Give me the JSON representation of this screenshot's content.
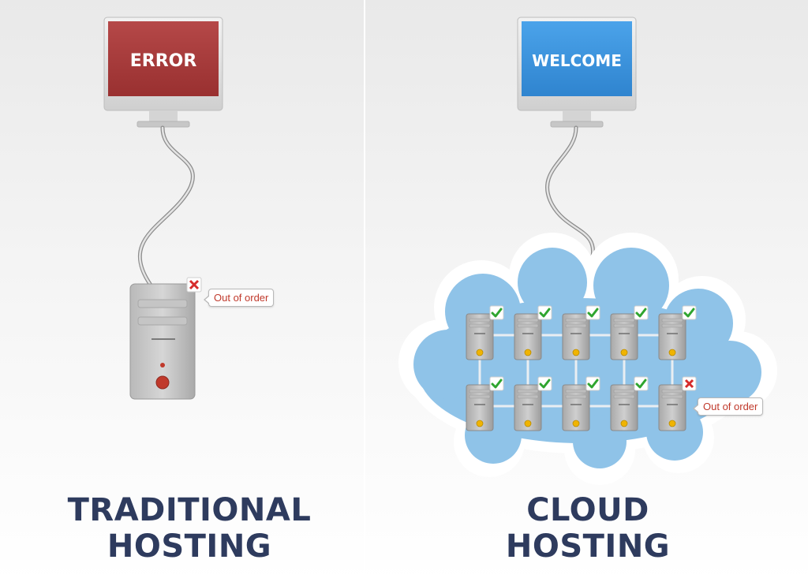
{
  "traditional": {
    "screen_text": "ERROR",
    "status_label": "Out of order",
    "caption_line1": "TRADITIONAL",
    "caption_line2": "HOSTING",
    "screen_color": "#a43a3a",
    "status_icon": "red-x-icon"
  },
  "cloud": {
    "screen_text": "WELCOME",
    "status_label": "Out of order",
    "caption_line1": "CLOUD",
    "caption_line2": "HOSTING",
    "screen_color": "#3e93de",
    "cloud_color": "#8fc3e8",
    "server_rows": [
      {
        "statuses": [
          "ok",
          "ok",
          "ok",
          "ok",
          "ok"
        ]
      },
      {
        "statuses": [
          "ok",
          "ok",
          "ok",
          "ok",
          "failed"
        ]
      }
    ],
    "ok_icon": "green-check-icon",
    "failed_icon": "red-x-icon"
  }
}
